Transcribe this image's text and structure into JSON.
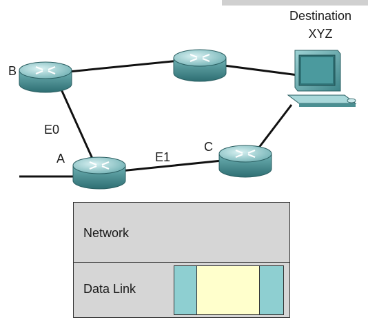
{
  "labels": {
    "router_b": "B",
    "router_a": "A",
    "router_c": "C",
    "interface_e0": "E0",
    "interface_e1": "E1",
    "destination_line1": "Destination",
    "destination_line2": "XYZ"
  },
  "layers": {
    "network": "Network",
    "data_link": "Data Link"
  },
  "icons": {
    "router": "router-icon",
    "destination": "computer-icon"
  },
  "colors": {
    "router_body": "#5f9ea0",
    "router_top": "#9fd3d6",
    "frame_header": "#8ecfd1",
    "frame_payload": "#ffffcc",
    "layer_bg": "#d6d6d6"
  }
}
